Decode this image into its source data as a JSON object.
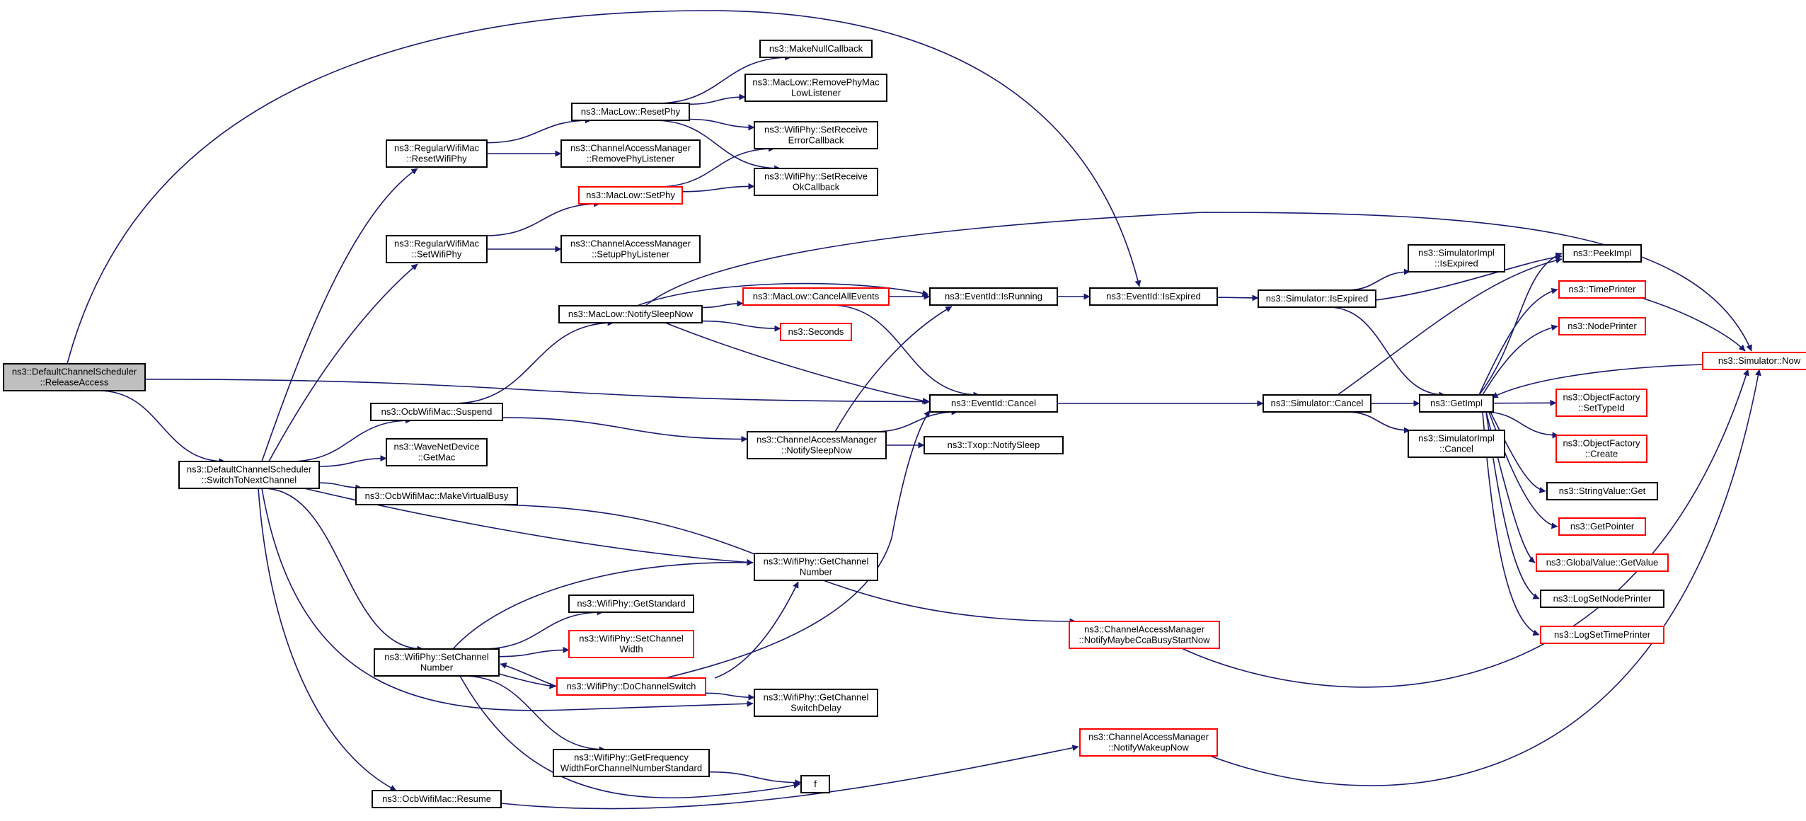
{
  "colors": {
    "edge": "#191970",
    "node_border_default": "#000000",
    "node_border_truncated": "#ff0000",
    "node_fill_default": "#ffffff",
    "node_fill_root": "#bfbfbf",
    "text": "#000000"
  },
  "nodes": [
    {
      "id": "release_access",
      "lines": [
        "ns3::DefaultChannelScheduler",
        "::ReleaseAccess"
      ],
      "style": "root"
    },
    {
      "id": "switch_next",
      "lines": [
        "ns3::DefaultChannelScheduler",
        "::SwitchToNextChannel"
      ],
      "style": "default"
    },
    {
      "id": "reset_wifiphy",
      "lines": [
        "ns3::RegularWifiMac",
        "::ResetWifiPhy"
      ],
      "style": "default"
    },
    {
      "id": "set_wifiphy",
      "lines": [
        "ns3::RegularWifiMac",
        "::SetWifiPhy"
      ],
      "style": "default"
    },
    {
      "id": "ocb_suspend",
      "lines": [
        "ns3::OcbWifiMac::Suspend"
      ],
      "style": "default"
    },
    {
      "id": "wave_getmac",
      "lines": [
        "ns3::WaveNetDevice",
        "::GetMac"
      ],
      "style": "default"
    },
    {
      "id": "ocb_virtualbusy",
      "lines": [
        "ns3::OcbWifiMac::MakeVirtualBusy"
      ],
      "style": "default"
    },
    {
      "id": "phy_setchannel",
      "lines": [
        "ns3::WifiPhy::SetChannel",
        "Number"
      ],
      "style": "default"
    },
    {
      "id": "ocb_resume",
      "lines": [
        "ns3::OcbWifiMac::Resume"
      ],
      "style": "default"
    },
    {
      "id": "maclow_resetphy",
      "lines": [
        "ns3::MacLow::ResetPhy"
      ],
      "style": "default"
    },
    {
      "id": "cam_removephy",
      "lines": [
        "ns3::ChannelAccessManager",
        "::RemovePhyListener"
      ],
      "style": "default"
    },
    {
      "id": "maclow_setphy",
      "lines": [
        "ns3::MacLow::SetPhy"
      ],
      "style": "truncated"
    },
    {
      "id": "cam_setupphy",
      "lines": [
        "ns3::ChannelAccessManager",
        "::SetupPhyListener"
      ],
      "style": "default"
    },
    {
      "id": "maclow_notifysleep",
      "lines": [
        "ns3::MacLow::NotifySleepNow"
      ],
      "style": "default"
    },
    {
      "id": "cam_notifysleep",
      "lines": [
        "ns3::ChannelAccessManager",
        "::NotifySleepNow"
      ],
      "style": "default"
    },
    {
      "id": "phy_getstandard",
      "lines": [
        "ns3::WifiPhy::GetStandard"
      ],
      "style": "default"
    },
    {
      "id": "phy_setwidth",
      "lines": [
        "ns3::WifiPhy::SetChannel",
        "Width"
      ],
      "style": "truncated"
    },
    {
      "id": "phy_dochannelswitch",
      "lines": [
        "ns3::WifiPhy::DoChannelSwitch"
      ],
      "style": "truncated"
    },
    {
      "id": "phy_getfreqwidth",
      "lines": [
        "ns3::WifiPhy::GetFrequency",
        "WidthForChannelNumberStandard"
      ],
      "style": "default"
    },
    {
      "id": "make_null_cb",
      "lines": [
        "ns3::MakeNullCallback"
      ],
      "style": "default"
    },
    {
      "id": "maclow_removephy",
      "lines": [
        "ns3::MacLow::RemovePhyMac",
        "LowListener"
      ],
      "style": "default"
    },
    {
      "id": "phy_setrecv_error",
      "lines": [
        "ns3::WifiPhy::SetReceive",
        "ErrorCallback"
      ],
      "style": "default"
    },
    {
      "id": "phy_setrecv_ok",
      "lines": [
        "ns3::WifiPhy::SetReceive",
        "OkCallback"
      ],
      "style": "default"
    },
    {
      "id": "maclow_cancelall",
      "lines": [
        "ns3::MacLow::CancelAllEvents"
      ],
      "style": "truncated"
    },
    {
      "id": "seconds",
      "lines": [
        "ns3::Seconds"
      ],
      "style": "truncated"
    },
    {
      "id": "eventid_isrunning",
      "lines": [
        "ns3::EventId::IsRunning"
      ],
      "style": "default"
    },
    {
      "id": "eventid_cancel",
      "lines": [
        "ns3::EventId::Cancel"
      ],
      "style": "default"
    },
    {
      "id": "txop_notifysleep",
      "lines": [
        "ns3::Txop::NotifySleep"
      ],
      "style": "default"
    },
    {
      "id": "phy_getchannel",
      "lines": [
        "ns3::WifiPhy::GetChannel",
        "Number"
      ],
      "style": "default"
    },
    {
      "id": "phy_getswitchdelay",
      "lines": [
        "ns3::WifiPhy::GetChannel",
        "SwitchDelay"
      ],
      "style": "default"
    },
    {
      "id": "f",
      "lines": [
        "f"
      ],
      "style": "default"
    },
    {
      "id": "eventid_isexpired",
      "lines": [
        "ns3::EventId::IsExpired"
      ],
      "style": "default"
    },
    {
      "id": "cam_ccabusy",
      "lines": [
        "ns3::ChannelAccessManager",
        "::NotifyMaybeCcaBusyStartNow"
      ],
      "style": "truncated"
    },
    {
      "id": "cam_wakeup",
      "lines": [
        "ns3::ChannelAccessManager",
        "::NotifyWakeupNow"
      ],
      "style": "truncated"
    },
    {
      "id": "sim_isexpired",
      "lines": [
        "ns3::Simulator::IsExpired"
      ],
      "style": "default"
    },
    {
      "id": "sim_cancel",
      "lines": [
        "ns3::Simulator::Cancel"
      ],
      "style": "default"
    },
    {
      "id": "simimpl_isexpired",
      "lines": [
        "ns3::SimulatorImpl",
        "::IsExpired"
      ],
      "style": "default"
    },
    {
      "id": "getimpl",
      "lines": [
        "ns3::GetImpl"
      ],
      "style": "default"
    },
    {
      "id": "simimpl_cancel",
      "lines": [
        "ns3::SimulatorImpl",
        "::Cancel"
      ],
      "style": "default"
    },
    {
      "id": "peekimpl",
      "lines": [
        "ns3::PeekImpl"
      ],
      "style": "default"
    },
    {
      "id": "timeprinter",
      "lines": [
        "ns3::TimePrinter"
      ],
      "style": "truncated"
    },
    {
      "id": "nodeprinter",
      "lines": [
        "ns3::NodePrinter"
      ],
      "style": "truncated"
    },
    {
      "id": "of_settypeid",
      "lines": [
        "ns3::ObjectFactory",
        "::SetTypeId"
      ],
      "style": "truncated"
    },
    {
      "id": "of_create",
      "lines": [
        "ns3::ObjectFactory",
        "::Create"
      ],
      "style": "truncated"
    },
    {
      "id": "stringvalue_get",
      "lines": [
        "ns3::StringValue::Get"
      ],
      "style": "default"
    },
    {
      "id": "getpointer",
      "lines": [
        "ns3::GetPointer"
      ],
      "style": "truncated"
    },
    {
      "id": "globalvalue_getvalue",
      "lines": [
        "ns3::GlobalValue::GetValue"
      ],
      "style": "truncated"
    },
    {
      "id": "logsetnodeprinter",
      "lines": [
        "ns3::LogSetNodePrinter"
      ],
      "style": "default"
    },
    {
      "id": "logsettimeprinter",
      "lines": [
        "ns3::LogSetTimePrinter"
      ],
      "style": "truncated"
    },
    {
      "id": "sim_now",
      "lines": [
        "ns3::Simulator::Now"
      ],
      "style": "truncated"
    }
  ],
  "edges": [
    [
      "release_access",
      "switch_next"
    ],
    [
      "release_access",
      "eventid_isexpired"
    ],
    [
      "release_access",
      "eventid_cancel"
    ],
    [
      "switch_next",
      "reset_wifiphy"
    ],
    [
      "switch_next",
      "set_wifiphy"
    ],
    [
      "switch_next",
      "ocb_suspend"
    ],
    [
      "switch_next",
      "wave_getmac"
    ],
    [
      "switch_next",
      "ocb_virtualbusy"
    ],
    [
      "switch_next",
      "phy_getchannel"
    ],
    [
      "switch_next",
      "phy_setchannel"
    ],
    [
      "switch_next",
      "phy_getswitchdelay"
    ],
    [
      "switch_next",
      "ocb_resume"
    ],
    [
      "reset_wifiphy",
      "maclow_resetphy"
    ],
    [
      "reset_wifiphy",
      "cam_removephy"
    ],
    [
      "set_wifiphy",
      "maclow_setphy"
    ],
    [
      "set_wifiphy",
      "cam_setupphy"
    ],
    [
      "maclow_resetphy",
      "make_null_cb"
    ],
    [
      "maclow_resetphy",
      "maclow_removephy"
    ],
    [
      "maclow_resetphy",
      "phy_setrecv_error"
    ],
    [
      "maclow_resetphy",
      "phy_setrecv_ok"
    ],
    [
      "maclow_setphy",
      "phy_setrecv_error"
    ],
    [
      "maclow_setphy",
      "phy_setrecv_ok"
    ],
    [
      "ocb_suspend",
      "maclow_notifysleep"
    ],
    [
      "ocb_suspend",
      "cam_notifysleep"
    ],
    [
      "maclow_notifysleep",
      "maclow_cancelall"
    ],
    [
      "maclow_notifysleep",
      "seconds"
    ],
    [
      "maclow_notifysleep",
      "eventid_isrunning"
    ],
    [
      "maclow_notifysleep",
      "eventid_cancel"
    ],
    [
      "maclow_notifysleep",
      "sim_now"
    ],
    [
      "maclow_cancelall",
      "eventid_isrunning"
    ],
    [
      "maclow_cancelall",
      "eventid_cancel"
    ],
    [
      "cam_notifysleep",
      "eventid_isrunning"
    ],
    [
      "cam_notifysleep",
      "eventid_cancel"
    ],
    [
      "cam_notifysleep",
      "txop_notifysleep"
    ],
    [
      "ocb_virtualbusy",
      "cam_ccabusy"
    ],
    [
      "phy_setchannel",
      "phy_getchannel"
    ],
    [
      "phy_setchannel",
      "phy_getstandard"
    ],
    [
      "phy_setchannel",
      "phy_setwidth"
    ],
    [
      "phy_setchannel",
      "phy_dochannelswitch"
    ],
    [
      "phy_setchannel",
      "phy_getfreqwidth"
    ],
    [
      "phy_setchannel",
      "f"
    ],
    [
      "phy_dochannelswitch",
      "phy_setchannel"
    ],
    [
      "phy_dochannelswitch",
      "phy_getchannel"
    ],
    [
      "phy_dochannelswitch",
      "eventid_cancel"
    ],
    [
      "phy_dochannelswitch",
      "phy_getswitchdelay"
    ],
    [
      "phy_getfreqwidth",
      "f"
    ],
    [
      "ocb_resume",
      "cam_wakeup"
    ],
    [
      "eventid_isrunning",
      "eventid_isexpired"
    ],
    [
      "eventid_isexpired",
      "sim_isexpired"
    ],
    [
      "eventid_cancel",
      "sim_cancel"
    ],
    [
      "sim_isexpired",
      "simimpl_isexpired"
    ],
    [
      "sim_isexpired",
      "peekimpl"
    ],
    [
      "sim_isexpired",
      "getimpl"
    ],
    [
      "sim_cancel",
      "peekimpl"
    ],
    [
      "sim_cancel",
      "getimpl"
    ],
    [
      "sim_cancel",
      "simimpl_cancel"
    ],
    [
      "getimpl",
      "peekimpl"
    ],
    [
      "getimpl",
      "timeprinter"
    ],
    [
      "getimpl",
      "nodeprinter"
    ],
    [
      "getimpl",
      "of_settypeid"
    ],
    [
      "getimpl",
      "of_create"
    ],
    [
      "getimpl",
      "stringvalue_get"
    ],
    [
      "getimpl",
      "getpointer"
    ],
    [
      "getimpl",
      "globalvalue_getvalue"
    ],
    [
      "getimpl",
      "logsetnodeprinter"
    ],
    [
      "getimpl",
      "logsettimeprinter"
    ],
    [
      "timeprinter",
      "sim_now"
    ],
    [
      "sim_now",
      "getimpl"
    ],
    [
      "cam_ccabusy",
      "sim_now"
    ],
    [
      "cam_wakeup",
      "sim_now"
    ]
  ]
}
